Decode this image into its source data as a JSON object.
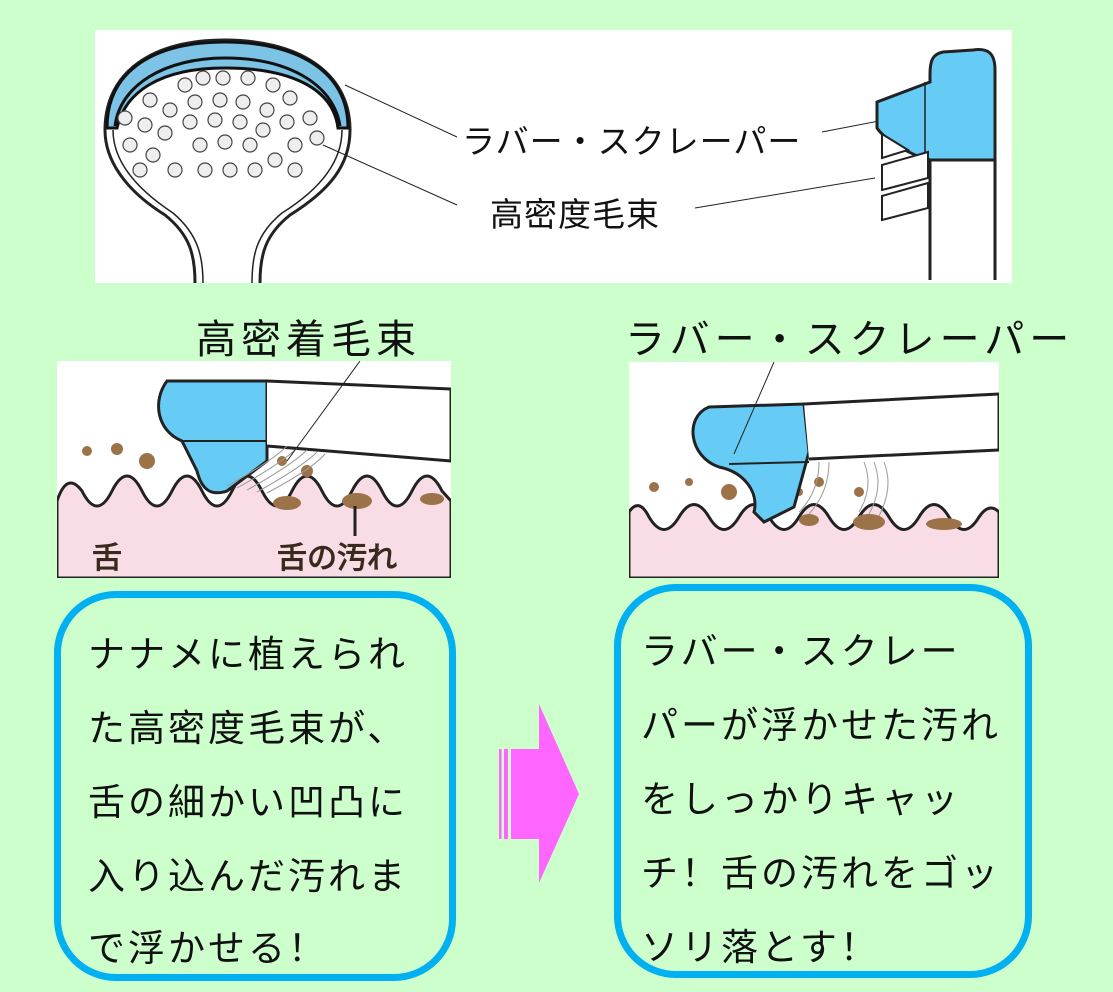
{
  "top_diagram": {
    "label_rubber_scraper": "ラバー・スクレーパー",
    "label_high_density_bristles": "高密度毛束"
  },
  "left_scene": {
    "heading": "高密着毛束",
    "label_tongue": "舌",
    "label_tongue_dirt": "舌の汚れ"
  },
  "right_scene": {
    "heading": "ラバー・スクレーパー"
  },
  "left_callout": {
    "lines": [
      "ナナメに植えられ",
      "た高密度毛束が、",
      "舌の細かい凹凸に",
      "入り込んだ汚れま",
      "で浮かせる！"
    ]
  },
  "right_callout": {
    "lines": [
      "ラバー・スクレー",
      "パーが浮かせた汚れ",
      "をしっかりキャッ",
      "チ！舌の汚れをゴッ",
      "ソリ落とす！"
    ]
  },
  "colors": {
    "background": "#CCFFCC",
    "scraper_blue": "#66CCF5",
    "callout_border": "#00B0F0",
    "arrow": "#FF66FF",
    "tongue_pink": "#F9DDE6",
    "dirt_brown": "#9C7248"
  }
}
